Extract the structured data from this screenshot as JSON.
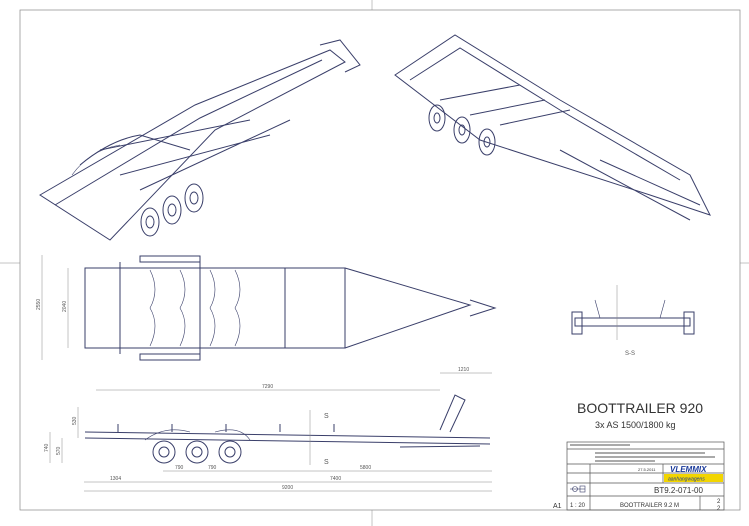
{
  "title_block": {
    "title": "BOOTTRAILER 920",
    "subtitle": "3x AS 1500/1800 kg",
    "drawing_number": "BT9.2-071-00",
    "description": "BOOTTRAILER 9.2 M",
    "sheet_size": "A1",
    "scale": "1 : 20",
    "sheet": "2",
    "sheets": "2",
    "date": "27.5.2011",
    "brand": "VLEMMIX",
    "brand_sub": "aanhangwagens",
    "brand_color": "#1a3a9a",
    "brand_bar_color": "#f2d500"
  },
  "section": {
    "label": "S-S",
    "marker": "S"
  },
  "dimensions": {
    "top_width_outer": "2550",
    "top_width_inner": "2040",
    "overall_length": "9200",
    "front_axle_pos": "1304",
    "rear_length": "7400",
    "axle_spacing_1": "790",
    "axle_spacing_2": "790",
    "drawbar": "5800",
    "bed_length": "7290",
    "winch_offset": "1210",
    "height_total": "740",
    "height_frame": "570",
    "height_bunk": "530"
  }
}
